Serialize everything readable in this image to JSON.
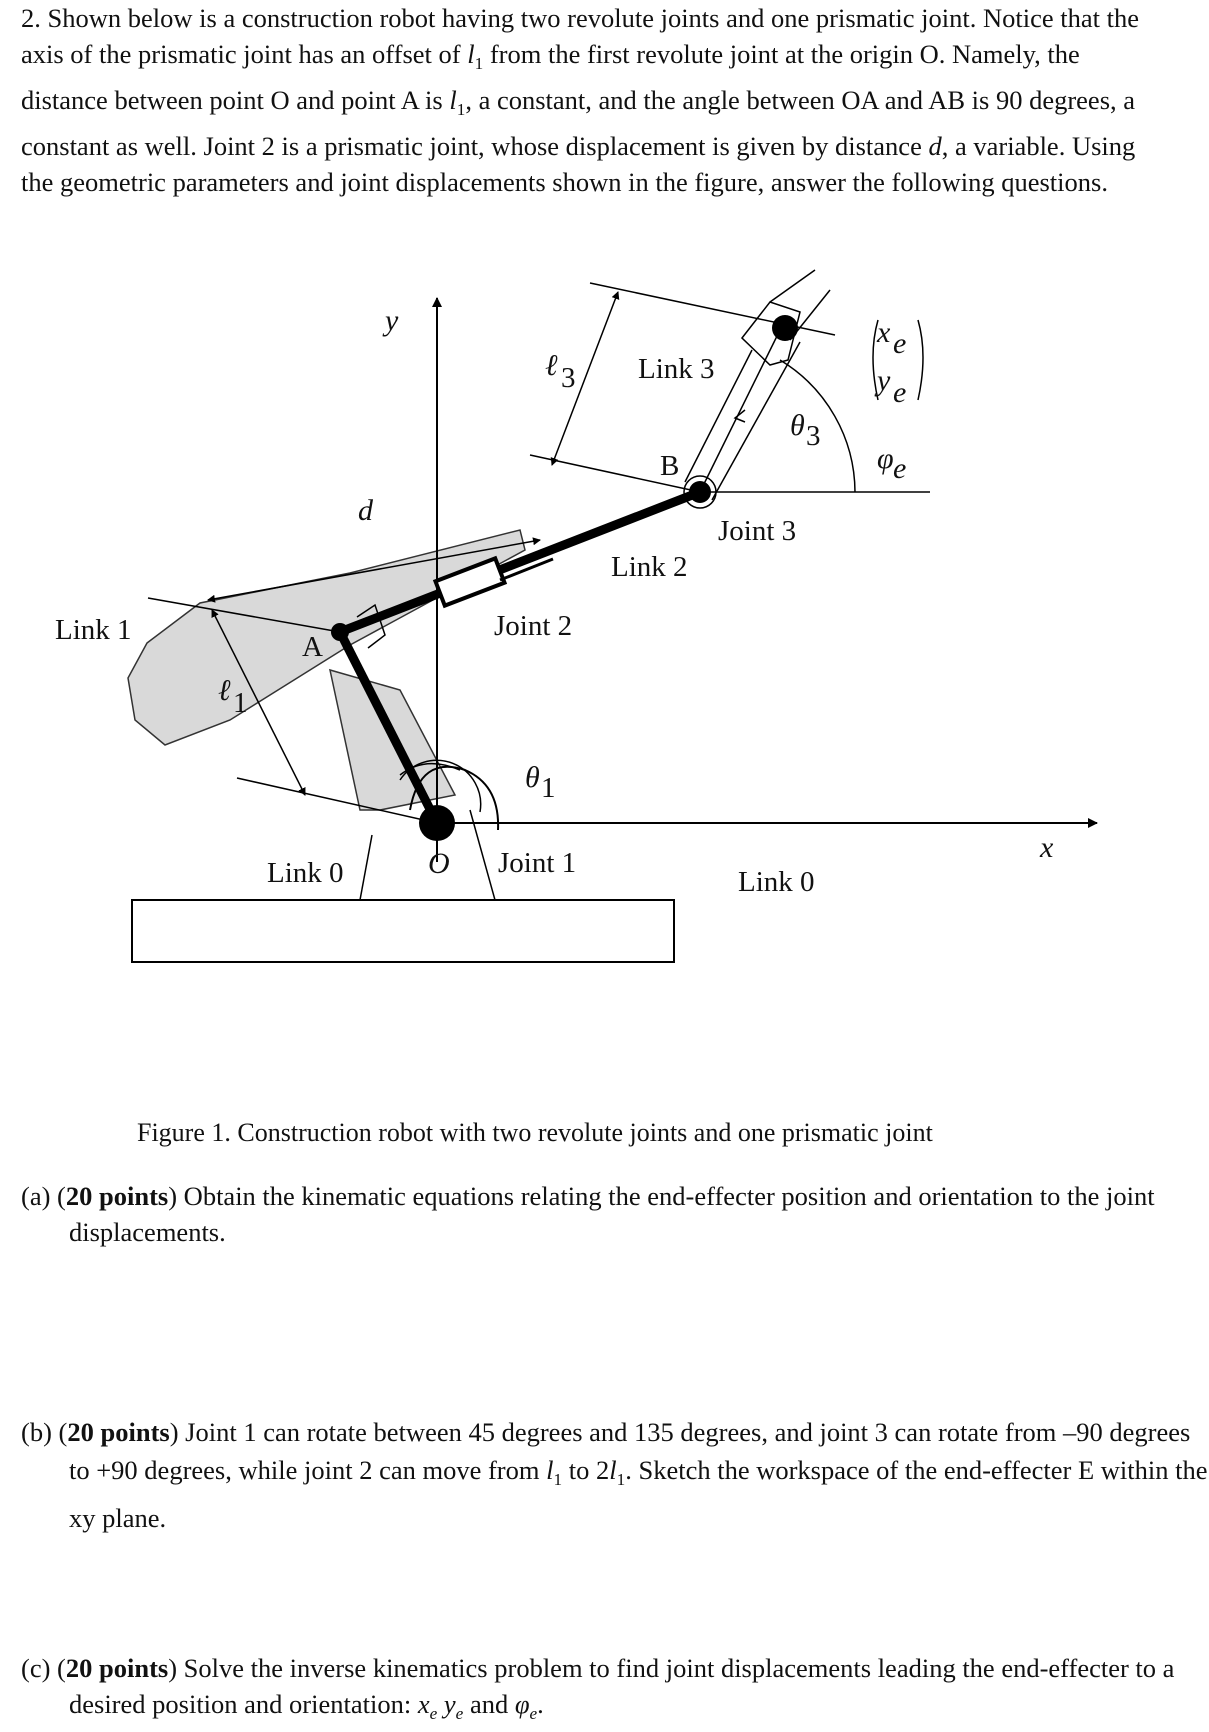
{
  "problem": {
    "intro_1": "2. Shown below is a construction robot having two revolute joints and one prismatic joint. Notice that the axis of the prismatic joint has an offset of ",
    "sym_l1": "l",
    "sub_1": "1",
    "intro_2": " from the first revolute joint at the origin O. Namely, the distance between point O and point A is ",
    "intro_3": ", a constant, and the angle between OA and AB is 90 degrees, a constant as well. Joint 2 is a prismatic joint, whose displacement is given by distance ",
    "sym_d": "d",
    "intro_4": ", a variable. Using the geometric parameters and joint displacements shown in the figure, answer the following questions."
  },
  "figure": {
    "labels": {
      "y_axis": "y",
      "x_axis": "x",
      "origin": "O",
      "link1": "Link 1",
      "link0_left": "Link 0",
      "link0_right": "Link 0",
      "link2": "Link 2",
      "link3": "Link 3",
      "joint1": "Joint 1",
      "joint2": "Joint 2",
      "joint3": "Joint 3",
      "point_a": "A",
      "point_b": "B",
      "l1": "ℓ",
      "l1_sub": "1",
      "l3": "ℓ",
      "l3_sub": "3",
      "d": "d",
      "theta1": "θ",
      "theta1_sub": "1",
      "theta3": "θ",
      "theta3_sub": "3",
      "xe": "x",
      "xe_sub": "e",
      "ye": "y",
      "ye_sub": "e",
      "phie": "φ",
      "phie_sub": "e"
    },
    "caption": "Figure 1. Construction robot with two revolute joints and one prismatic joint"
  },
  "questions": {
    "a": {
      "prefix": "(a) (",
      "points": "20 points",
      "text": ") Obtain the kinematic equations relating the end-effecter position and orientation to the joint displacements."
    },
    "b": {
      "prefix": "(b) (",
      "points": "20 points",
      "text_1": ") Joint 1 can rotate between 45 degrees and 135 degrees, and joint 3 can rotate from –90 degrees to +90 degrees, while joint 2 can move from ",
      "sym_l": "l",
      "sub": "1",
      "to": " to ",
      "two": "2",
      "text_2": ". Sketch the workspace of the end-effecter E within the xy plane."
    },
    "c": {
      "prefix": "(c) (",
      "points": "20 points",
      "text": ") Solve the inverse kinematics problem to find joint displacements leading the end-effecter to a desired position and orientation: ",
      "x": "x",
      "y": "y",
      "sub_e": "e",
      "and": " and ",
      "phi": "φ",
      "end": "."
    }
  }
}
